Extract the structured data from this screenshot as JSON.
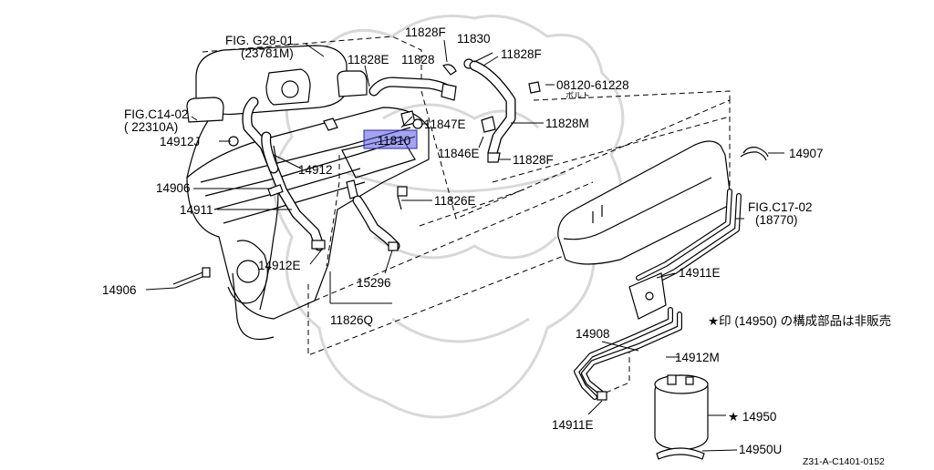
{
  "diagram": {
    "labels": {
      "fig_g28_01": "FIG. G28-01",
      "ref_23781m": "(23781M)",
      "fig_c14_02": "FIG.C14-02",
      "ref_22310a": "( 22310A)",
      "p14912j": "14912J",
      "p11828e": "11828E",
      "p11828_top": "11828",
      "p11828f_a": "11828F",
      "p11830": "11830",
      "p11828f_b": "11828F",
      "p08120": "08120-61228",
      "bolt_jp": "ボルト",
      "p11847e": "11847E",
      "p11828m": "11828M",
      "p11810": ".11810",
      "p11846e": "11846E",
      "p11828f_c": "11828F",
      "p14912": "14912",
      "p14906_a": "14906",
      "p14911": "14911",
      "p11826e": "11826E",
      "p14912e": "14912E",
      "p15296": "15296",
      "p14906_b": "14906",
      "p11826q": "11826Q",
      "p14907": "14907",
      "fig_c17_02": "FIG.C17-02",
      "ref_18770": "(18770)",
      "p14911e_a": "14911E",
      "p14908": "14908",
      "p14912m": "14912M",
      "p14911e_b": "14911E",
      "p14950": "★ 14950",
      "p14950u": "14950U"
    },
    "note": "★印 (14950) の構成部品は非販売",
    "drawing_code": "Z31-A-C1401-0152",
    "highlight_color": "#5a5ae0"
  }
}
